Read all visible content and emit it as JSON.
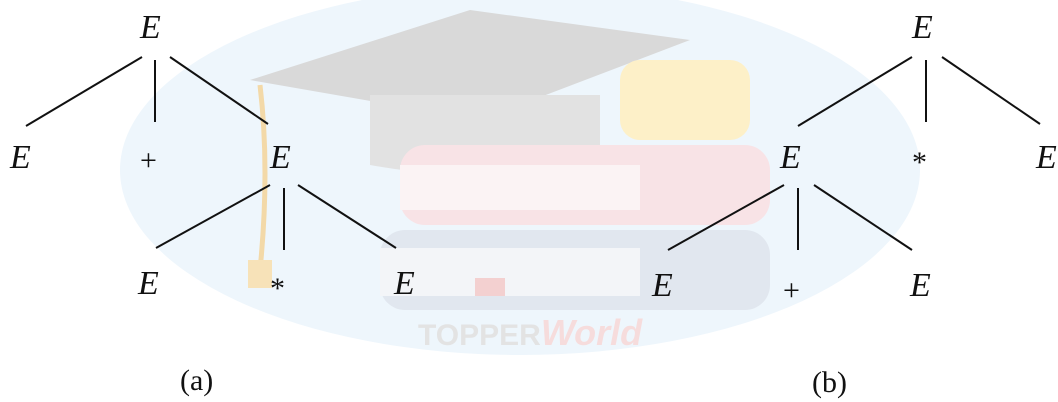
{
  "watermark": {
    "prefix": "TOPPER",
    "suffix": "World"
  },
  "tree_a": {
    "root": "E",
    "left": "E",
    "op": "+",
    "right": "E",
    "right_left": "E",
    "right_op": "*",
    "right_right": "E",
    "caption": "(a)"
  },
  "tree_b": {
    "root": "E",
    "left": "E",
    "op": "*",
    "right": "E",
    "left_left": "E",
    "left_op": "+",
    "left_right": "E",
    "caption": "(b)"
  }
}
